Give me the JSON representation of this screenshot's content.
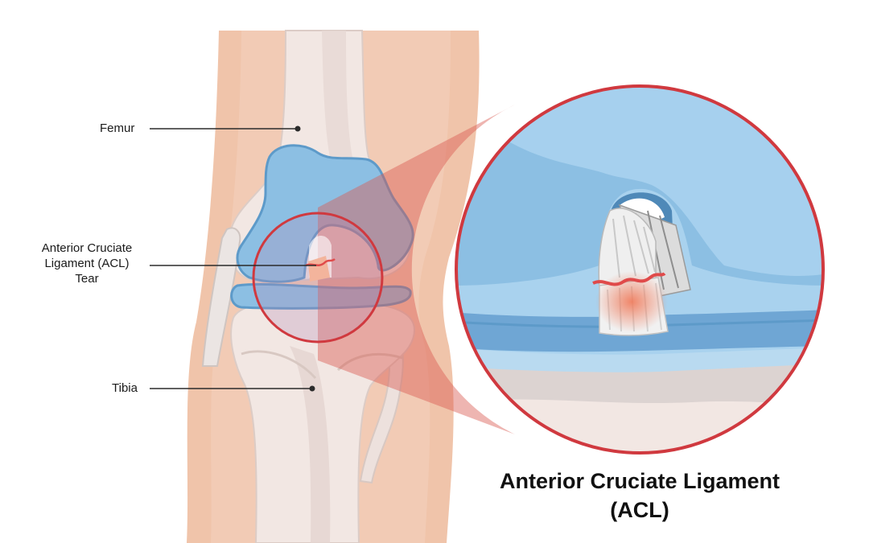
{
  "labels": {
    "femur": "Femur",
    "acl_line1": "Anterior Cruciate",
    "acl_line2": "Ligament (ACL)",
    "acl_line3": "Tear",
    "tibia": "Tibia"
  },
  "title": {
    "line1": "Anterior Cruciate Ligament",
    "line2": "(ACL)"
  },
  "colors": {
    "skin": "#f0c4aa",
    "bone": "#f2e7e3",
    "cartilage": "#8cbfe3",
    "zoom_ring": "#d0393f",
    "tear": "#e04a4a"
  }
}
